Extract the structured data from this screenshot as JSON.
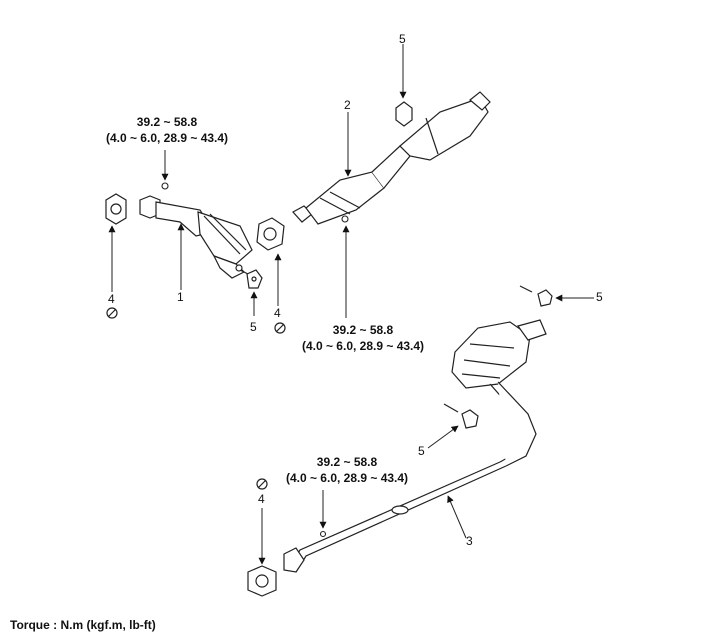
{
  "torque_specs": [
    {
      "value": "39.2 ~ 58.8",
      "converted": "(4.0 ~ 6.0, 28.9 ~ 43.4)"
    },
    {
      "value": "39.2 ~ 58.8",
      "converted": "(4.0 ~ 6.0, 28.9 ~ 43.4)"
    },
    {
      "value": "39.2 ~ 58.8",
      "converted": "(4.0 ~ 6.0, 28.9 ~ 43.4)"
    }
  ],
  "callouts": {
    "front_pipe": "1",
    "center_muffler": "2",
    "main_muffler": "3",
    "gasket_front": "4",
    "gasket_mid": "4",
    "gasket_rear": "4",
    "hanger_top": "5",
    "hanger_front": "5",
    "hanger_right": "5",
    "hanger_mid": "5"
  },
  "icons": {
    "reuse_prohibited": "no-reuse-icon"
  },
  "footer": {
    "legend": "Torque : N.m (kgf.m, lb-ft)"
  }
}
